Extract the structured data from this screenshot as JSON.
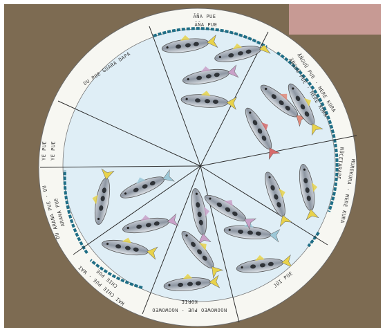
{
  "image": {
    "type": "hand-drawn circular fish diagram",
    "colors": {
      "background": "#7d6b52",
      "disc_rim": "#f7f7f2",
      "disc_inner": "#dfeef6",
      "water_edge": "#1f6e86",
      "pink_patch": "#c79a94",
      "fish_gray": "#9aa3ad",
      "fish_yellow": "#e8d24a"
    },
    "sector_labels": [
      {
        "text": "ÃÑA PUE",
        "text2": "ÃÑA PUE"
      },
      {
        "text": "ÃÑGUÜ PUE · MERE KURA",
        "text2": "ÃÑGUÜ PUE · MERE KURA"
      },
      {
        "text": "MUREKURA · MERE KURA",
        "text2": "NÜCETARAPE"
      },
      {
        "text": "JÜI PUE",
        "text2": ""
      },
      {
        "text": "NGOWOWEO PUE · NGOWOWEO",
        "text2": "KORIE"
      },
      {
        "text": "WAI CHIE PUE · WAI",
        "text2": "CHIE PUE"
      },
      {
        "text": "DU ARANA PUE · DU",
        "text2": "ARANA PUE"
      },
      {
        "text": "YE PUE",
        "text2": "YE PUE"
      },
      {
        "text": "DU PUE GUARA DAPA",
        "text2": ""
      }
    ]
  }
}
